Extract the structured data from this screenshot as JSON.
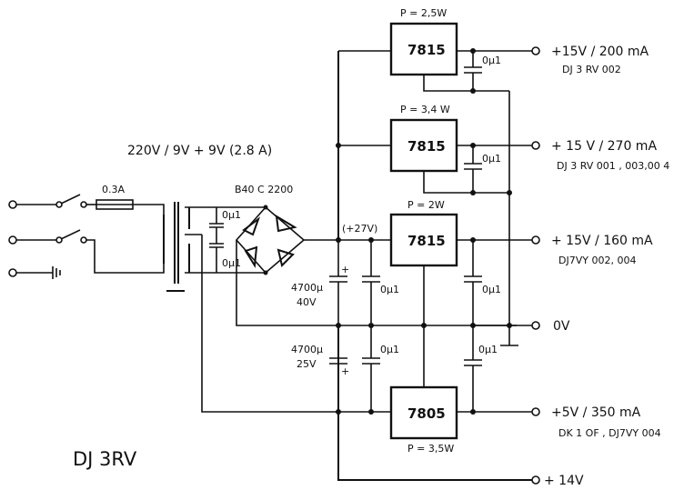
{
  "diagram": {
    "title": "DJ 3RV",
    "transformer_label": "220V / 9V + 9V (2.8 A)",
    "fuse_label": "0.3A",
    "bridge_label": "B40 C 2200",
    "bus_voltage": "(+27V)",
    "decoupling_cap": "0µ1",
    "main_cap_value": "4700µ",
    "main_cap_voltage": "40V",
    "neg_cap_value": "4700µ",
    "neg_cap_voltage": "25V",
    "plus_sign": "+",
    "regulators": [
      {
        "part": "7815",
        "power": "P = 2,5W"
      },
      {
        "part": "7815",
        "power": "P = 3,4 W"
      },
      {
        "part": "7815",
        "power": "P = 2W"
      },
      {
        "part": "7805",
        "power": "P = 3,5W"
      }
    ],
    "outputs": [
      {
        "voltage": "+15V / 200 mA",
        "target": "DJ 3 RV 002"
      },
      {
        "voltage": "+ 15 V / 270 mA",
        "target": "DJ 3 RV 001 , 003,00 4"
      },
      {
        "voltage": "+ 15V / 160 mA",
        "target": "DJ7VY 002, 004"
      },
      {
        "voltage": "0V",
        "target": ""
      },
      {
        "voltage": "+5V / 350 mA",
        "target": "DK 1 OF , DJ7VY 004"
      },
      {
        "voltage": "+ 14V",
        "target": ""
      }
    ]
  }
}
